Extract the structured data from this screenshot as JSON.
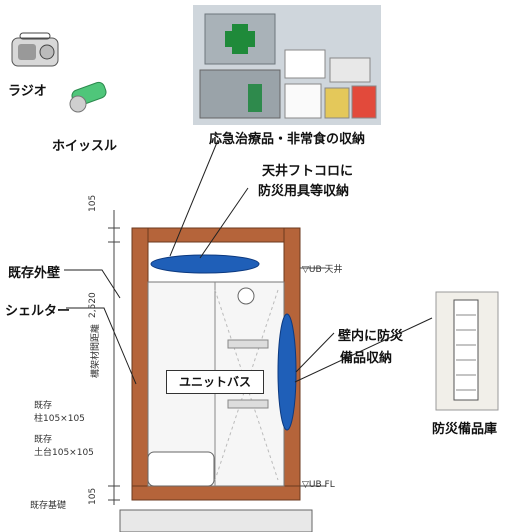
{
  "labels": {
    "radio": "ラジオ",
    "whistle": "ホイッスル",
    "first_aid": "応急治療品・非常食の収納",
    "ceiling_1": "天井フトコロに",
    "ceiling_2": "防災用具等収納",
    "existing_wall": "既存外壁",
    "shelter": "シェルター",
    "wall_storage_1": "壁内に防災",
    "wall_storage_2": "備品収納",
    "unit_bath": "ユニットバス",
    "storehouse": "防災備品庫"
  },
  "annotations": {
    "dim_top": "105",
    "dim_height": "2,520",
    "dim_bottom": "105",
    "height_note": "構架材間距離",
    "ub_ceiling": "▽UB 天井",
    "ub_fl": "▽UB FL",
    "post": "既存\n柱105×105",
    "sill": "既存\n土台105×105",
    "foundation": "既存基礎"
  },
  "colors": {
    "frame": "#b5643a",
    "frame_edge": "#6b3a1f",
    "storage_blue": "#1f5fb8"
  }
}
